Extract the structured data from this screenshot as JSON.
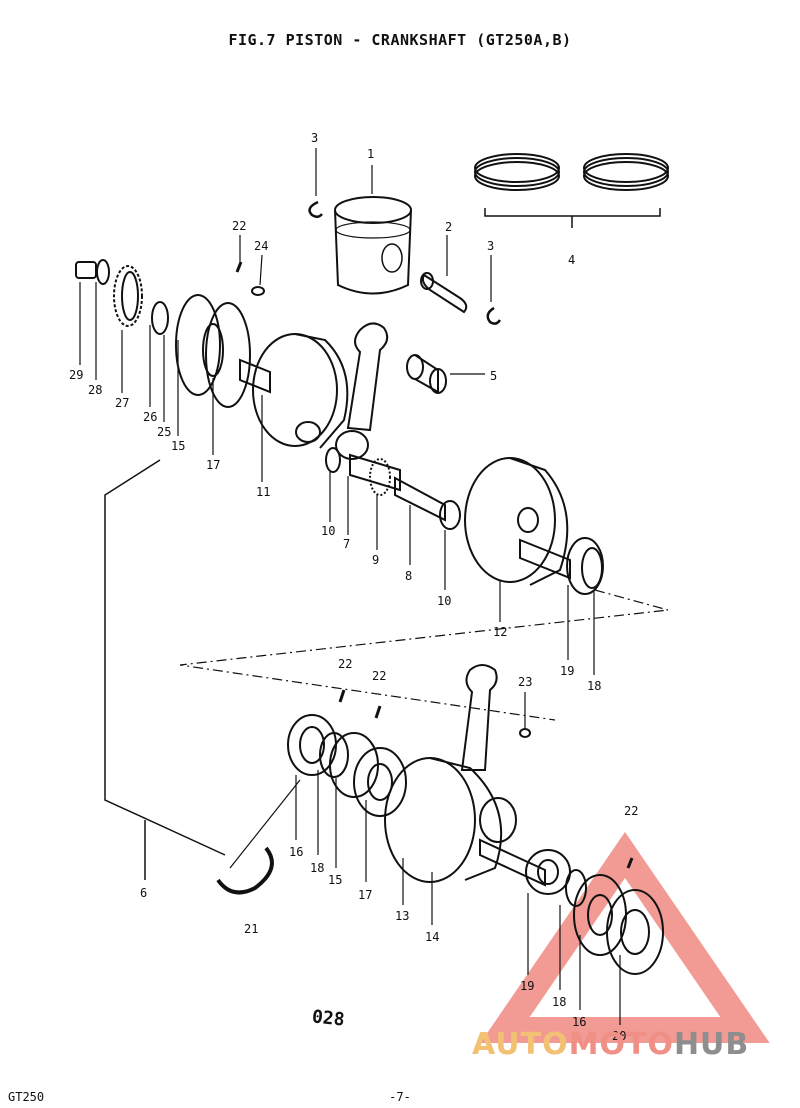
{
  "title": "FIG.7  PISTON - CRANKSHAFT (GT250A,B)",
  "footer": {
    "model": "GT250",
    "page": "-7-"
  },
  "drawing_code": "028",
  "watermark": {
    "part1": "AUTO",
    "part2": "MOTO",
    "part3": "HUB"
  },
  "colors": {
    "ink": "#111111",
    "watermark_red": "#e8473d",
    "watermark_orange": "#f3c173",
    "watermark_grey": "#8e8e8e"
  },
  "callouts": [
    {
      "id": "c1",
      "label": "1"
    },
    {
      "id": "c2",
      "label": "2"
    },
    {
      "id": "c3a",
      "label": "3"
    },
    {
      "id": "c3b",
      "label": "3"
    },
    {
      "id": "c4",
      "label": "4"
    },
    {
      "id": "c5",
      "label": "5"
    },
    {
      "id": "c22a",
      "label": "22"
    },
    {
      "id": "c24",
      "label": "24"
    },
    {
      "id": "c29",
      "label": "29"
    },
    {
      "id": "c28",
      "label": "28"
    },
    {
      "id": "c27",
      "label": "27"
    },
    {
      "id": "c26",
      "label": "26"
    },
    {
      "id": "c25",
      "label": "25"
    },
    {
      "id": "c15a",
      "label": "15"
    },
    {
      "id": "c17a",
      "label": "17"
    },
    {
      "id": "c11",
      "label": "11"
    },
    {
      "id": "c10a",
      "label": "10"
    },
    {
      "id": "c7",
      "label": "7"
    },
    {
      "id": "c9",
      "label": "9"
    },
    {
      "id": "c8",
      "label": "8"
    },
    {
      "id": "c10b",
      "label": "10"
    },
    {
      "id": "c12",
      "label": "12"
    },
    {
      "id": "c19a",
      "label": "19"
    },
    {
      "id": "c18a",
      "label": "18"
    },
    {
      "id": "c22b",
      "label": "22"
    },
    {
      "id": "c22c",
      "label": "22"
    },
    {
      "id": "c23",
      "label": "23"
    },
    {
      "id": "c16a",
      "label": "16"
    },
    {
      "id": "c18b",
      "label": "18"
    },
    {
      "id": "c15b",
      "label": "15"
    },
    {
      "id": "c17b",
      "label": "17"
    },
    {
      "id": "c13",
      "label": "13"
    },
    {
      "id": "c14",
      "label": "14"
    },
    {
      "id": "c6",
      "label": "6"
    },
    {
      "id": "c21",
      "label": "21"
    },
    {
      "id": "c22d",
      "label": "22"
    },
    {
      "id": "c19b",
      "label": "19"
    },
    {
      "id": "c18c",
      "label": "18"
    },
    {
      "id": "c16b",
      "label": "16"
    },
    {
      "id": "c20",
      "label": "20"
    }
  ]
}
